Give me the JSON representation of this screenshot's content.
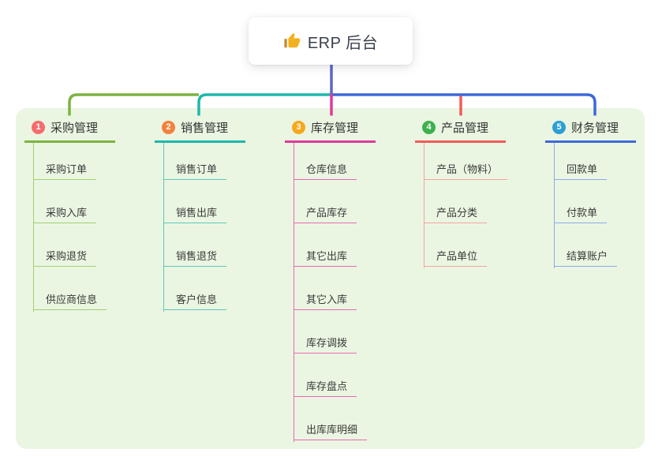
{
  "root": {
    "label": "ERP 后台",
    "icon": "thumbs-up-icon"
  },
  "branches": [
    {
      "badge": "1",
      "label": "采购管理",
      "badge_color": "#F56C6C",
      "color": "#7CB342",
      "light_color": "#A3D06F",
      "children": [
        "采购订单",
        "采购入库",
        "采购退货",
        "供应商信息"
      ]
    },
    {
      "badge": "2",
      "label": "销售管理",
      "badge_color": "#F5803B",
      "color": "#1EB8AC",
      "light_color": "#5BC9BE",
      "children": [
        "销售订单",
        "销售出库",
        "销售退货",
        "客户信息"
      ]
    },
    {
      "badge": "3",
      "label": "库存管理",
      "badge_color": "#F7A81B",
      "color": "#E1399B",
      "light_color": "#EC68B1",
      "children": [
        "仓库信息",
        "产品库存",
        "其它出库",
        "其它入库",
        "库存调拨",
        "库存盘点",
        "出库库明细"
      ]
    },
    {
      "badge": "4",
      "label": "产品管理",
      "badge_color": "#3DB14E",
      "color": "#F25B5B",
      "light_color": "#F8A1A1",
      "children": [
        "产品（物料）",
        "产品分类",
        "产品单位"
      ]
    },
    {
      "badge": "5",
      "label": "财务管理",
      "badge_color": "#2C9FD4",
      "color": "#3E68D8",
      "light_color": "#8EA9E6",
      "children": [
        "回款单",
        "付款单",
        "结算账户"
      ]
    }
  ],
  "connector": {
    "root_line_color": "#5A68C9"
  },
  "canvas": {
    "panel_color": "#EAF6E2",
    "thumb_icon_color": "#F2B11F",
    "thumb_cuff_color": "#C9872F"
  }
}
